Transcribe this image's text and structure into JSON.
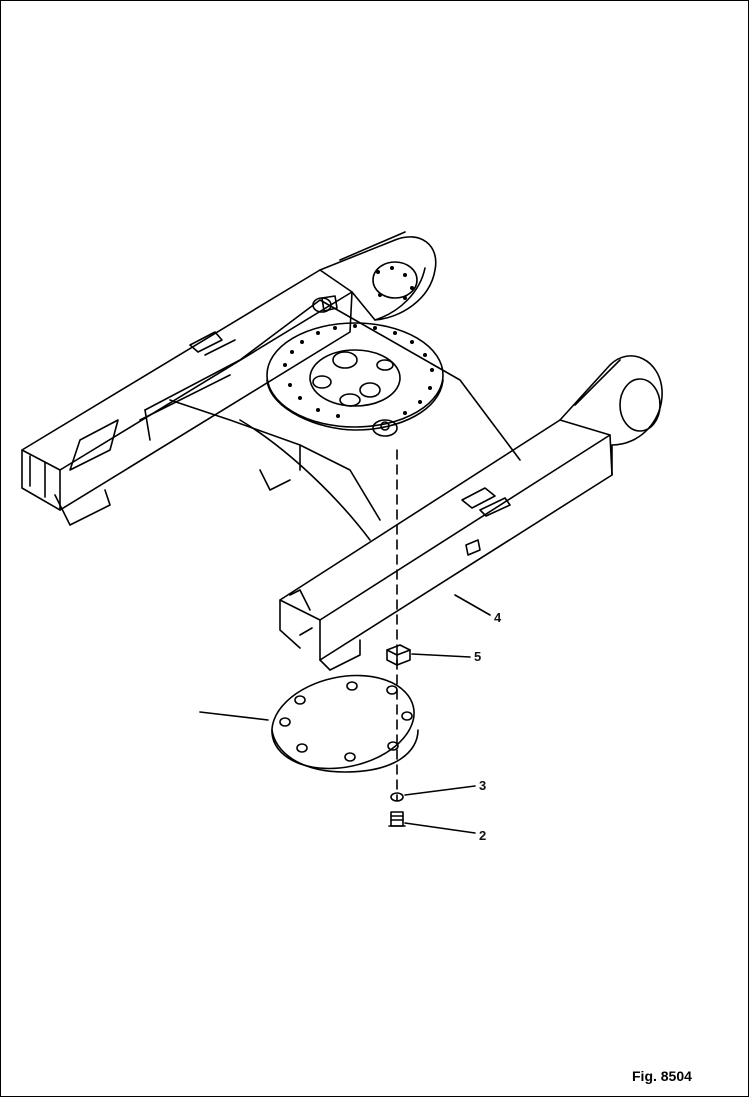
{
  "figure": {
    "caption": "Fig. 8504",
    "callouts": [
      {
        "id": "part-4",
        "label": "4"
      },
      {
        "id": "part-5",
        "label": "5"
      },
      {
        "id": "part-3",
        "label": "3"
      },
      {
        "id": "part-2",
        "label": "2"
      }
    ]
  },
  "colors": {
    "line": "#000000",
    "background": "#ffffff"
  }
}
